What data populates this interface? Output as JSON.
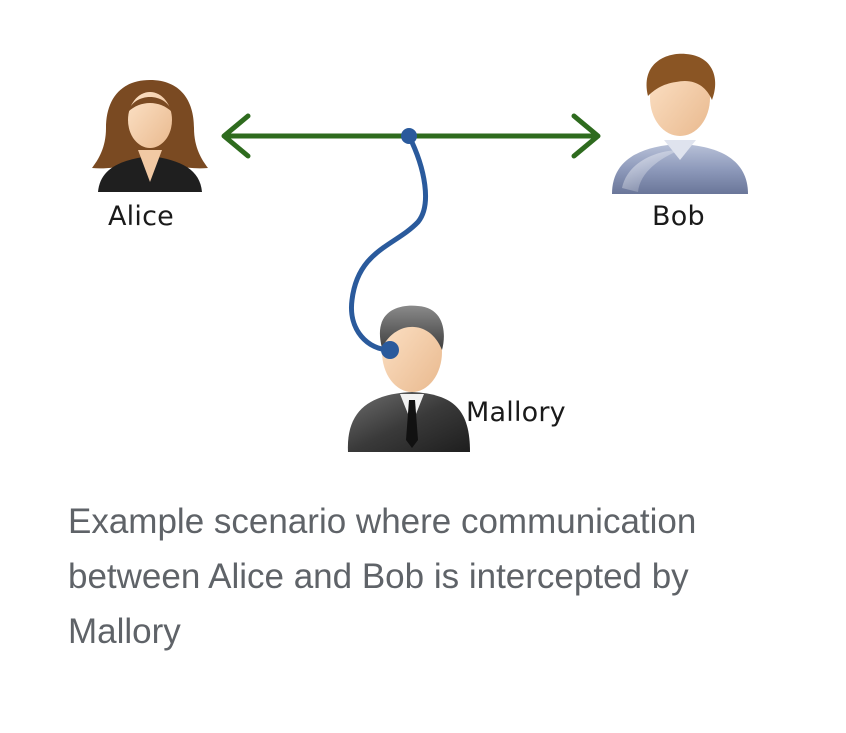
{
  "diagram": {
    "people": {
      "alice": "Alice",
      "bob": "Bob",
      "mallory": "Mallory"
    },
    "colors": {
      "channel": "#2e6b1e",
      "tap_line": "#2a5a9c",
      "label": "#1a1a1a"
    }
  },
  "caption": "Example scenario where communication between Alice and Bob is intercepted by Mallory"
}
